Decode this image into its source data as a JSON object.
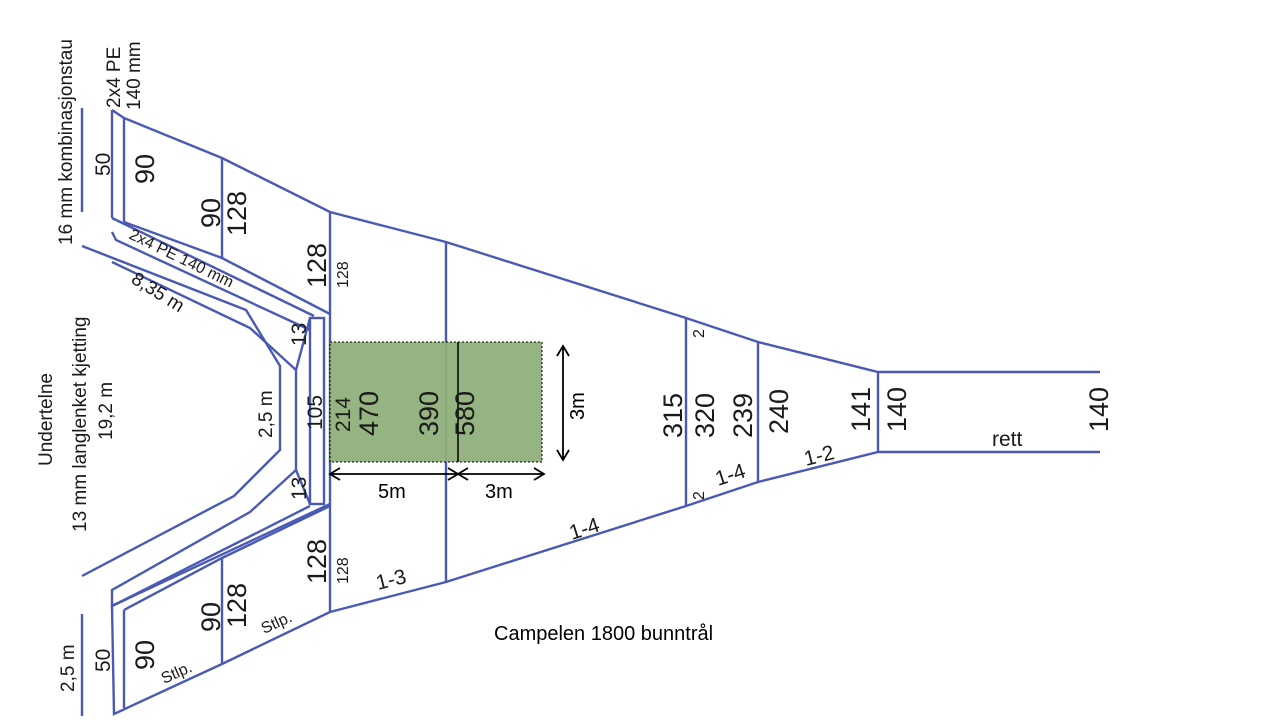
{
  "caption": "Campelen 1800 bunntrål",
  "colors": {
    "outline": "#4a5ab4",
    "overlay": "#8fb07a",
    "text": "#1a1a1a"
  },
  "side_labels": {
    "rope_title": "16 mm kombinasjonstau",
    "rope_spec_1": "2x4 PE",
    "rope_spec_2": "140 mm",
    "foot_title": "Undertelne",
    "foot_chain": "13 mm langlenket kjetting",
    "foot_len": "19,2 m",
    "len_top_wing": "8,35 m",
    "len_mid": "2,5 m",
    "len_bottom": "2,5 m",
    "pe_rope": "2x4 PE 140 mm"
  },
  "panels": {
    "top_wing_a_top": "50",
    "top_wing_a_mesh": "90",
    "top_wing_b_mesh1": "90",
    "top_wing_b_mesh2": "128",
    "upper_square_mesh1": "128",
    "upper_square_mesh2": "128",
    "top_small": "13",
    "belly_105": "105",
    "bottom_small": "13",
    "belly_214": "214",
    "belly_470": "470",
    "belly_390": "390",
    "belly_580": "580",
    "belly_315": "315",
    "belly_320": "320",
    "belly_239": "239",
    "belly_240": "240",
    "belly_141": "141",
    "codend_140a": "140",
    "codend_140b": "140",
    "codend_rett": "rett",
    "ext_2a": "2",
    "ext_2b": "2",
    "cut_1_4a": "1-4",
    "cut_1_4b": "1-4",
    "cut_1_2": "1-2",
    "cut_1_3": "1-3",
    "lower_128a": "128",
    "lower_128b": "128",
    "lower_wing_90a": "90",
    "lower_wing_128": "128",
    "lower_wing_50": "50",
    "lower_wing_90b": "90",
    "stlp_a": "Stlp.",
    "stlp_b": "Stlp."
  },
  "overlay": {
    "dim_height": "3m",
    "dim_left": "5m",
    "dim_right": "3m"
  }
}
